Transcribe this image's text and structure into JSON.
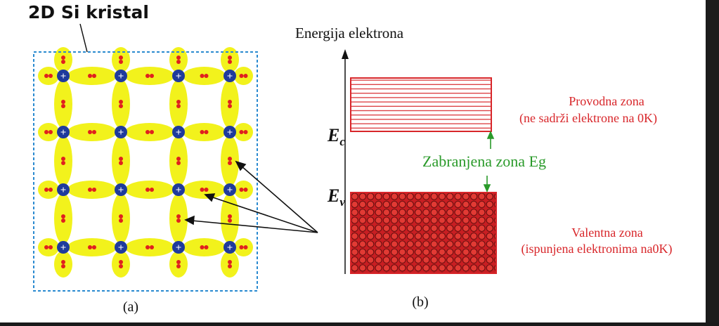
{
  "panel_a": {
    "title": "2D Si kristal",
    "caption": "(a)",
    "atom_symbol": "+"
  },
  "panel_b": {
    "axis_label": "Energija elektrona",
    "ec_main": "E",
    "ec_sub": "c",
    "ev_main": "E",
    "ev_sub": "v",
    "conduction_title": "Provodna zona",
    "conduction_note": "(ne sadrži elektrone na 0K)",
    "gap_label": "Zabranjena zona Eg",
    "valence_title": "Valentna zona",
    "valence_note": "(ispunjena elektronima na0K)",
    "caption": "(b)"
  },
  "colors": {
    "bond_yellow": "#f2f21c",
    "atom_blue": "#1f3b9c",
    "electron_red": "#e0201e",
    "band_red": "#d8262a",
    "gap_green": "#2a9a2a",
    "box_dash": "#2a8ad0"
  }
}
